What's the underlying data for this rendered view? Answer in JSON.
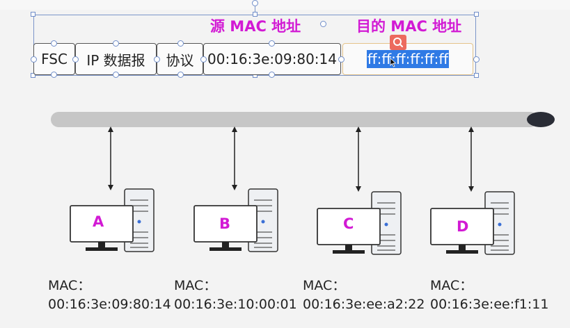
{
  "frame": {
    "src_mac_header": "源 MAC 地址",
    "dst_mac_header": "目的 MAC 地址",
    "fields": {
      "fsc": "FSC",
      "ip_datagram": "IP 数据报",
      "protocol": "协议",
      "source_mac": "00:16:3e:09:80:14",
      "destination_mac": "ff:ff:ff:ff:ff:ff"
    }
  },
  "hosts": [
    {
      "label": "A",
      "mac_label": "MAC：",
      "mac": "00:16:3e:09:80:14"
    },
    {
      "label": "B",
      "mac_label": "MAC：",
      "mac": "00:16:3e:10:00:01"
    },
    {
      "label": "C",
      "mac_label": "MAC：",
      "mac": "00:16:3e:ee:a2:22"
    },
    {
      "label": "D",
      "mac_label": "MAC：",
      "mac": "00:16:3e:ee:f1:11"
    }
  ],
  "icons": {
    "search": "search-icon",
    "cursor": "text-cursor-icon",
    "computer": "desktop-computer-icon",
    "bus": "network-bus"
  },
  "colors": {
    "accent_magenta": "#d21ad4",
    "selection_blue": "#2f7ae5",
    "search_red": "#ec6a5e",
    "bus_gray": "#c6c6c6",
    "bus_end": "#2a2d36"
  }
}
